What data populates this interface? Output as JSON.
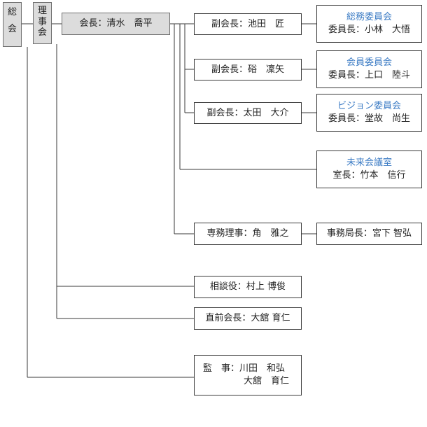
{
  "general_meeting": {
    "chars": [
      "総",
      "会"
    ]
  },
  "board": {
    "chars": [
      "理",
      "事",
      "会"
    ]
  },
  "president": "会長：清水　喬平",
  "vice_presidents": [
    "副会長：池田　匠",
    "副会長：硲　凜矢",
    "副会長：太田　大介"
  ],
  "committees": [
    {
      "name": "総務委員会",
      "head": "委員長：小林　大悟"
    },
    {
      "name": "会員委員会",
      "head": "委員長：上口　陸斗"
    },
    {
      "name": "ビジョン委員会",
      "head": "委員長：堂故　尚生"
    },
    {
      "name": "未来会議室",
      "head": "室長：竹本　信行"
    }
  ],
  "executive_director": "専務理事：角　雅之",
  "secretariat_head": "事務局長：宮下 智弘",
  "advisor": "相談役：村上 博俊",
  "past_president": "直前会長：大舘 育仁",
  "auditors": {
    "line1": "監　事：川田　和弘",
    "line2": "大舘　育仁"
  },
  "colors": {
    "committee_name": "#3b7bc4",
    "header_fill": "#dcdcdc",
    "line": "#3a3a3a"
  }
}
